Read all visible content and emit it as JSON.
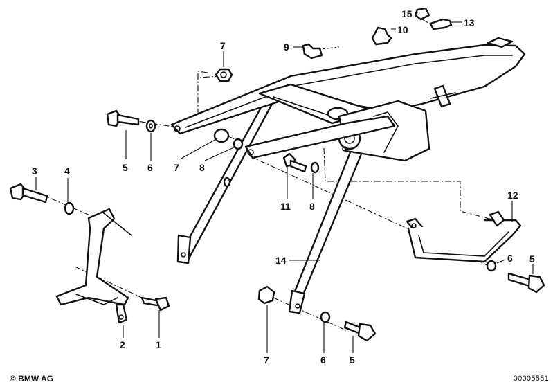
{
  "diagram": {
    "callouts": [
      {
        "id": "c15",
        "label": "15"
      },
      {
        "id": "c13",
        "label": "13"
      },
      {
        "id": "c10",
        "label": "10"
      },
      {
        "id": "c9",
        "label": "9"
      },
      {
        "id": "c7a",
        "label": "7"
      },
      {
        "id": "c5a",
        "label": "5"
      },
      {
        "id": "c6a",
        "label": "6"
      },
      {
        "id": "c7b",
        "label": "7"
      },
      {
        "id": "c8a",
        "label": "8"
      },
      {
        "id": "c3",
        "label": "3"
      },
      {
        "id": "c4",
        "label": "4"
      },
      {
        "id": "c11",
        "label": "11"
      },
      {
        "id": "c8b",
        "label": "8"
      },
      {
        "id": "c12",
        "label": "12"
      },
      {
        "id": "c14",
        "label": "14"
      },
      {
        "id": "c6b",
        "label": "6"
      },
      {
        "id": "c5b",
        "label": "5"
      },
      {
        "id": "c2",
        "label": "2"
      },
      {
        "id": "c1",
        "label": "1"
      },
      {
        "id": "c7c",
        "label": "7"
      },
      {
        "id": "c6c",
        "label": "6"
      },
      {
        "id": "c5c",
        "label": "5"
      }
    ]
  },
  "footer": {
    "copyright": "© BMW AG",
    "doc_id": "00005551"
  }
}
